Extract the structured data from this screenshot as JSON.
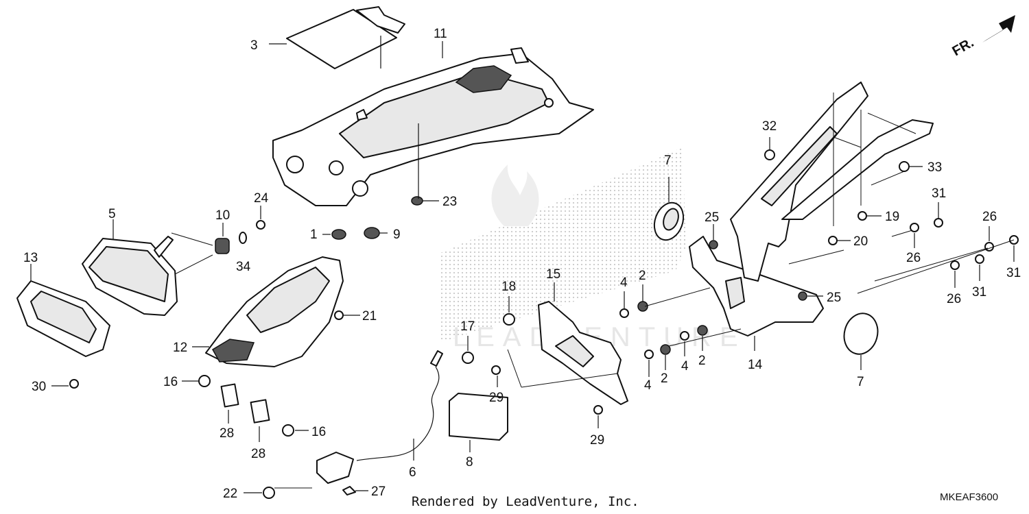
{
  "callouts": {
    "p1": "1",
    "p2a": "2",
    "p2b": "2",
    "p2c": "2",
    "p3": "3",
    "p4a": "4",
    "p4b": "4",
    "p4c": "4",
    "p5": "5",
    "p6": "6",
    "p7a": "7",
    "p7b": "7",
    "p8": "8",
    "p9": "9",
    "p10": "10",
    "p11": "11",
    "p12": "12",
    "p13": "13",
    "p14": "14",
    "p15": "15",
    "p16a": "16",
    "p16b": "16",
    "p17": "17",
    "p18": "18",
    "p19": "19",
    "p20": "20",
    "p21": "21",
    "p22": "22",
    "p23": "23",
    "p24": "24",
    "p25a": "25",
    "p25b": "25",
    "p26a": "26",
    "p26b": "26",
    "p26c": "26",
    "p27": "27",
    "p28a": "28",
    "p28b": "28",
    "p29a": "29",
    "p29b": "29",
    "p30": "30",
    "p31a": "31",
    "p31b": "31",
    "p31c": "31",
    "p32": "32",
    "p33": "33",
    "p34": "34"
  },
  "direction_label": "FR.",
  "watermark": "LEADVENTURE",
  "caption": "Rendered by LeadVenture, Inc.",
  "diagram_code": "MKEAF3600",
  "icons": {
    "direction": "arrow-up-right-icon",
    "watermark": "flame-logo-icon"
  }
}
